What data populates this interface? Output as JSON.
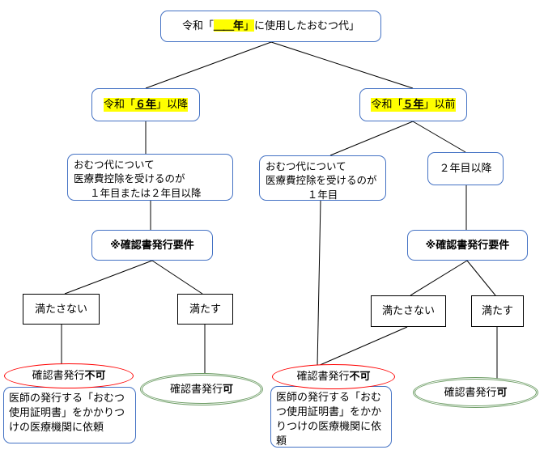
{
  "colors": {
    "box_border": "#4472C4",
    "connector": "#000000",
    "highlight": "#FFFF00",
    "deny_border": "#FF0000",
    "allow_border": "#6C9C64"
  },
  "flow": {
    "root": {
      "pre": "令和「",
      "blank": "＿＿",
      "year": "年",
      "bracket": "」",
      "post": "に使用したおむつ代」"
    },
    "branch_r6": {
      "pre": "令和「",
      "year": "６年",
      "post": "」以降"
    },
    "branch_r5": {
      "pre": "令和「",
      "year": "５年",
      "post": "」以前"
    },
    "left_condition": {
      "line1": "おむつ代について",
      "line2": "医療費控除を受けるのが",
      "line3": "１年目または２年目以降"
    },
    "mid_condition": {
      "line1": "おむつ代について",
      "line2": "医療費控除を受けるのが",
      "line3": "１年目"
    },
    "year2_box": "２年目以降",
    "requirement": "※確認書発行要件",
    "not_met": "満たさない",
    "met": "満たす",
    "issue_no": {
      "pre": "確認書発行",
      "bold": "不可"
    },
    "issue_yes": {
      "pre": "確認書発行",
      "bold": "可"
    },
    "request_doctor": "医師の発行する「おむつ使用証明書」をかかりつけの医療機関に依頼"
  }
}
